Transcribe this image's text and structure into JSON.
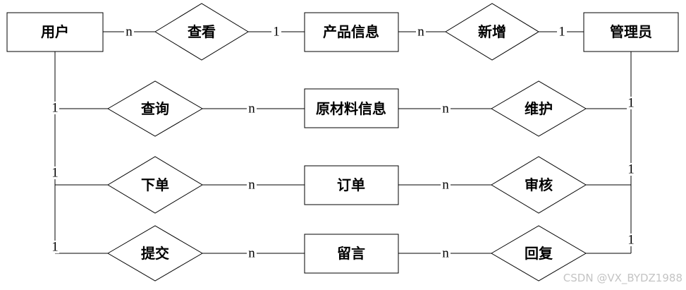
{
  "entities": {
    "user": "用户",
    "product": "产品信息",
    "admin": "管理员",
    "material": "原材料信息",
    "order": "订单",
    "message": "留言"
  },
  "relationships": {
    "view": "查看",
    "add": "新增",
    "query": "查询",
    "maintain": "维护",
    "place_order": "下单",
    "review": "审核",
    "submit": "提交",
    "reply": "回复"
  },
  "cardinality": {
    "user_view": "n",
    "view_product": "1",
    "product_add": "n",
    "add_admin": "1",
    "user_query": "1",
    "query_material": "n",
    "material_maintain": "n",
    "maintain_admin": "1",
    "user_place_order": "1",
    "place_order_order": "n",
    "order_review": "n",
    "review_admin": "1",
    "user_submit": "1",
    "submit_message": "n",
    "message_reply": "n",
    "reply_admin": "1"
  },
  "watermark": "CSDN @VX_BYDZ1988"
}
